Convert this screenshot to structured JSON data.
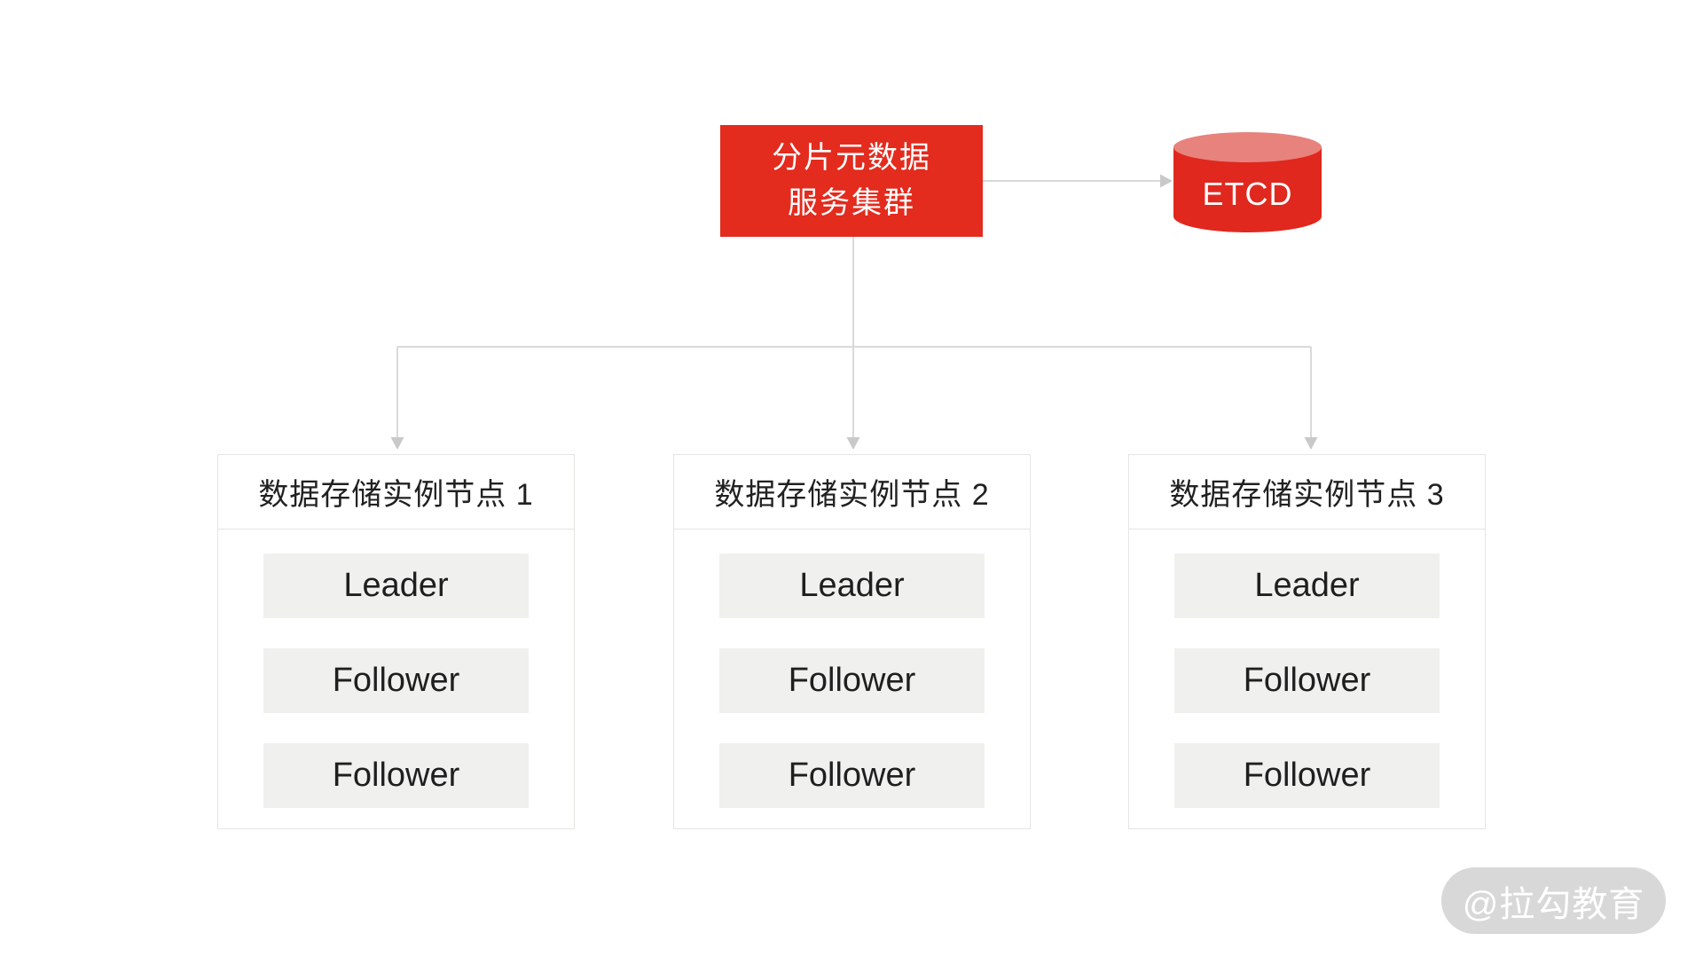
{
  "root": {
    "label_line1": "分片元数据",
    "label_line2": "服务集群"
  },
  "etcd": {
    "label": "ETCD"
  },
  "nodes": [
    {
      "title": "数据存储实例节点 1",
      "roles": [
        "Leader",
        "Follower",
        "Follower"
      ]
    },
    {
      "title": "数据存储实例节点 2",
      "roles": [
        "Leader",
        "Follower",
        "Follower"
      ]
    },
    {
      "title": "数据存储实例节点 3",
      "roles": [
        "Leader",
        "Follower",
        "Follower"
      ]
    }
  ],
  "watermark": "@拉勾教育",
  "colors": {
    "accent_red": "#e32b1e",
    "cylinder_top_red": "#e8827d",
    "connector_gray": "#d9d9d9",
    "arrowhead_gray": "#c9c9c9",
    "node_border": "#e5e5e2",
    "role_background": "#f0f0ee",
    "text_dark": "#212121",
    "watermark_background": "#d8d8d8"
  }
}
